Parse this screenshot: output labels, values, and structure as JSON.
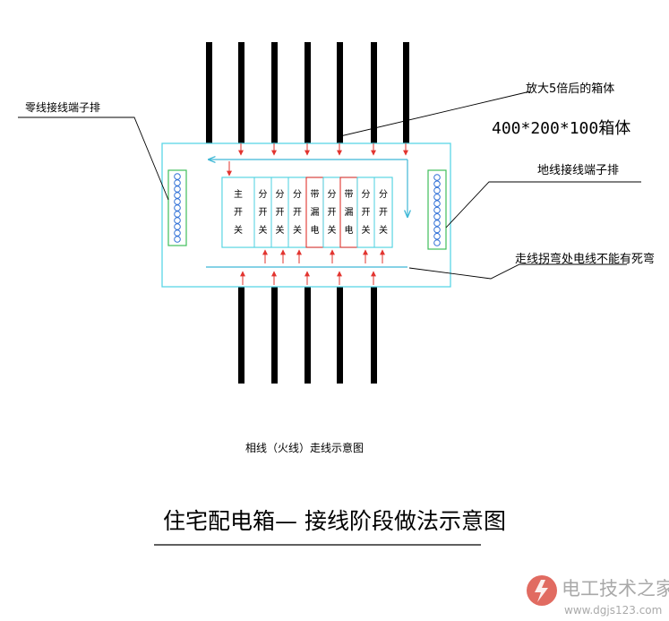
{
  "labels": {
    "neutral_terminal": "零线接线端子排",
    "enlarged_box": "放大5倍后的箱体",
    "box_size": "400*200*100箱体",
    "ground_terminal": "地线接线端子排",
    "bend_note": "走线拐弯处电线不能有死弯",
    "phase_caption": "相线（火线）走线示意图",
    "main_title": "住宅配电箱— 接线阶段做法示意图"
  },
  "breakers": [
    {
      "label": "主开关",
      "type": "main"
    },
    {
      "label": "分开关",
      "type": "branch"
    },
    {
      "label": "分开关",
      "type": "branch"
    },
    {
      "label": "分开关",
      "type": "branch"
    },
    {
      "label": "带漏电",
      "type": "rcd"
    },
    {
      "label": "分开关",
      "type": "branch"
    },
    {
      "label": "带漏电",
      "type": "rcd"
    },
    {
      "label": "分开关",
      "type": "branch"
    },
    {
      "label": "分开关",
      "type": "branch"
    }
  ],
  "watermark": {
    "brand": "电工技术之家",
    "url": "www.dgjs123.com"
  },
  "colors": {
    "box_outline": "#5ad6e6",
    "wire_arrow": "#e2342f",
    "breaker_outline": "#4bd2e0",
    "terminal_green": "#3fbf5a",
    "terminal_blue": "#2f6fd6",
    "cable": "#000000",
    "watermark_red": "#d9463a"
  }
}
